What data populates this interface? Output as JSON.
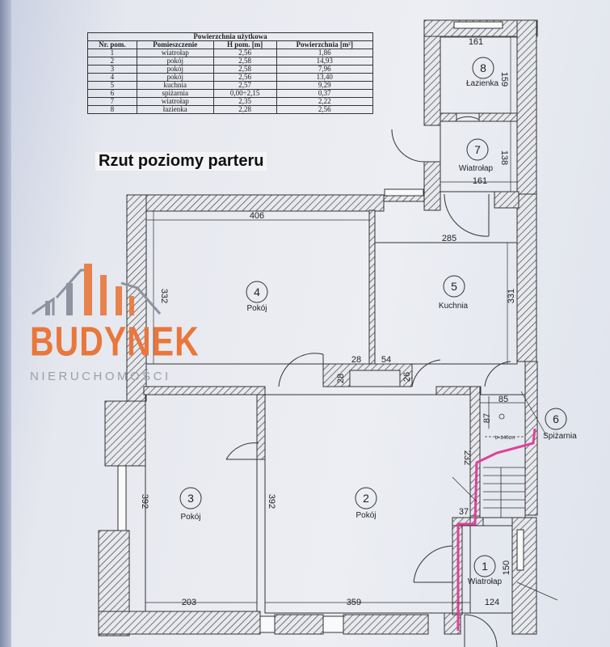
{
  "table": {
    "caption": "Powierzchnia użytkowa",
    "headers": [
      "Nr. pom.",
      "Pomieszczenie",
      "H pom. [m]",
      "Powierzchnia [m²]"
    ],
    "rows": [
      [
        "1",
        "wiatrołap",
        "2,56",
        "1,86"
      ],
      [
        "2",
        "pokój",
        "2,58",
        "14,93"
      ],
      [
        "3",
        "pokój",
        "2,58",
        "7,96"
      ],
      [
        "4",
        "pokój",
        "2,56",
        "13,40"
      ],
      [
        "5",
        "kuchnia",
        "2,57",
        "9,29"
      ],
      [
        "6",
        "spiżarnia",
        "0,00÷2,15",
        "0,37"
      ],
      [
        "7",
        "wiatrołap",
        "2,35",
        "2,22"
      ],
      [
        "8",
        "łazienka",
        "2,28",
        "2,56"
      ]
    ]
  },
  "plan_title": "Rzut poziomy parteru",
  "rooms": [
    {
      "num": "1",
      "label": "Wiatrołap"
    },
    {
      "num": "2",
      "label": "Pokój"
    },
    {
      "num": "3",
      "label": "Pokój"
    },
    {
      "num": "4",
      "label": "Pokój"
    },
    {
      "num": "5",
      "label": "Kuchnia"
    },
    {
      "num": "6",
      "label": "Spiżarnia"
    },
    {
      "num": "7",
      "label": "Wiatrołap"
    },
    {
      "num": "8",
      "label": "Łazienka"
    }
  ],
  "dimensions": {
    "d161_top": "161",
    "d159": "159",
    "d138": "138",
    "d161_mid": "161",
    "d406": "406",
    "d285": "285",
    "d332": "332",
    "d331": "331",
    "d28a": "28",
    "d28b": "28",
    "d54": "54",
    "d26": "26",
    "d85": "85",
    "d87": "87",
    "d232": "232",
    "d37": "37",
    "d150": "150",
    "d124": "124",
    "d392a": "392",
    "d392b": "392",
    "d203": "203",
    "d359": "359",
    "stair_note": "b=140cm"
  },
  "logo": {
    "title": "BUDYNEK",
    "subtitle": "NIERUCHOMOŚCI"
  },
  "colors": {
    "logo_orange": "#e9773c",
    "logo_gray": "#8d93a0",
    "highlight": "#e0409a"
  }
}
